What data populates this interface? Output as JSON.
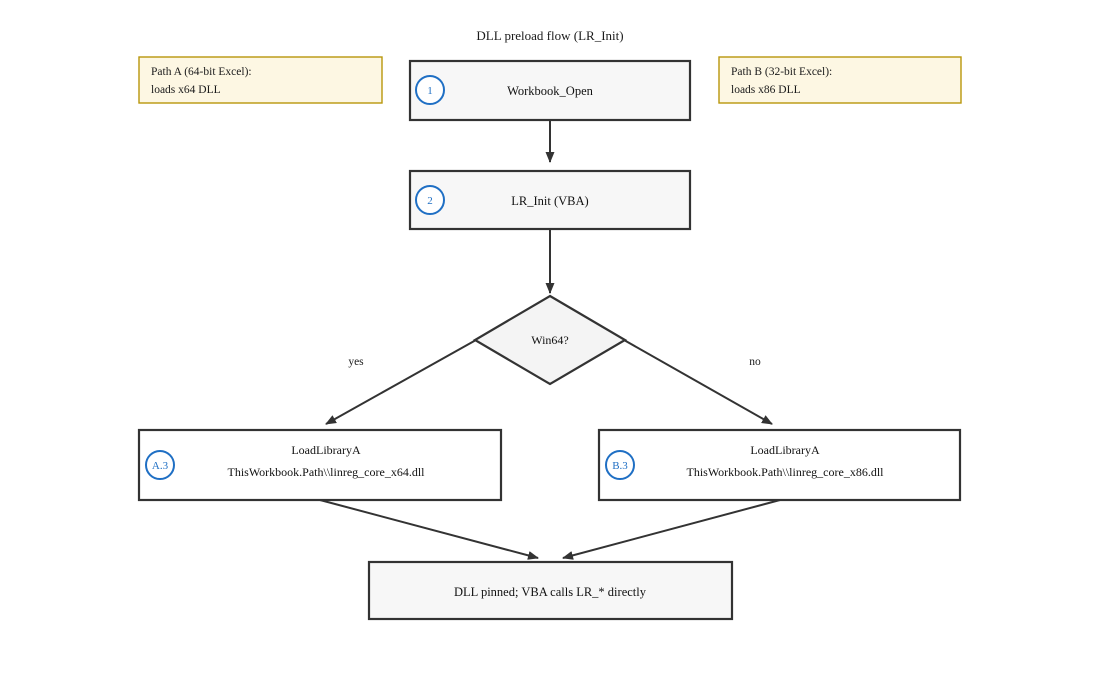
{
  "diagram": {
    "title": "DLL preload flow (LR_Init)",
    "background_color": "#ffffff",
    "node_fill": "#f7f7f7",
    "node_stroke": "#333333",
    "note_fill": "#fdf7e3",
    "note_stroke": "#b8960c",
    "badge_color": "#1f6fc4"
  },
  "notes": {
    "left": {
      "line1": "Path A (64-bit Excel):",
      "line2": "loads x64 DLL"
    },
    "right": {
      "line1": "Path B (32-bit Excel):",
      "line2": "loads x86 DLL"
    }
  },
  "nodes": {
    "workbook_open": {
      "badge": "1",
      "label": "Workbook_Open"
    },
    "lr_init": {
      "badge": "2",
      "label": "LR_Init (VBA)"
    },
    "decision": {
      "label": "Win64?"
    },
    "load_x64": {
      "badge": "A.3",
      "line1": "LoadLibraryA",
      "line2": "ThisWorkbook.Path\\\\linreg_core_x64.dll"
    },
    "load_x86": {
      "badge": "B.3",
      "line1": "LoadLibraryA",
      "line2": "ThisWorkbook.Path\\\\linreg_core_x86.dll"
    },
    "pinned": {
      "label": "DLL pinned; VBA calls LR_* directly"
    }
  },
  "edges": {
    "yes_label": "yes",
    "no_label": "no"
  }
}
